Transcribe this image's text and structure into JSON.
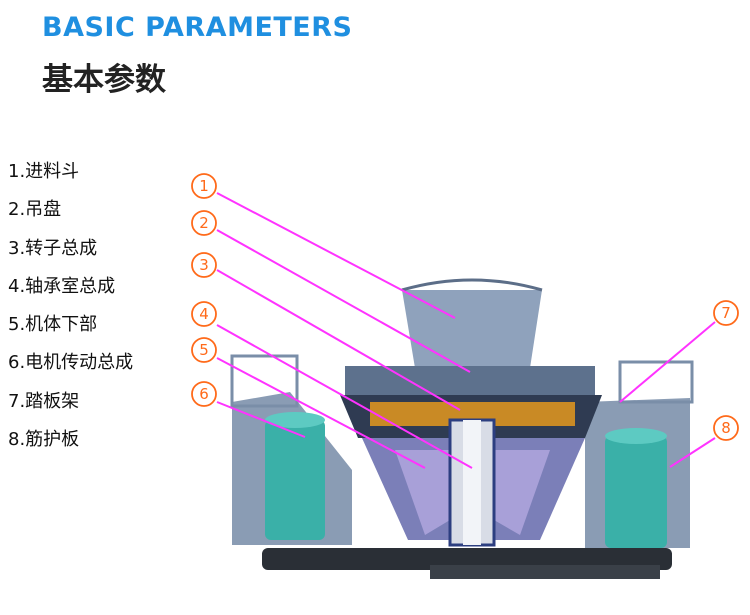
{
  "header": {
    "title_en": "BASIC PARAMETERS",
    "title_cn": "基本参数"
  },
  "parts": [
    {
      "label": "1.进料斗"
    },
    {
      "label": "2.吊盘"
    },
    {
      "label": "3.转子总成"
    },
    {
      "label": "4.轴承室总成"
    },
    {
      "label": "5.机体下部"
    },
    {
      "label": "6.电机传动总成"
    },
    {
      "label": "7.踏板架"
    },
    {
      "label": "8.筋护板"
    }
  ],
  "callouts": [
    {
      "num": "1"
    },
    {
      "num": "2"
    },
    {
      "num": "3"
    },
    {
      "num": "4"
    },
    {
      "num": "5"
    },
    {
      "num": "6"
    },
    {
      "num": "7"
    },
    {
      "num": "8"
    }
  ],
  "colors": {
    "title_blue": "#1f8fe0",
    "callout_orange": "#ff6a1a",
    "leader_magenta": "#ff33ff",
    "frame_steel": "#7a8ea8",
    "motor_teal": "#3ab0a8"
  },
  "icons": {
    "machine": "vsi-crusher-cutaway"
  }
}
